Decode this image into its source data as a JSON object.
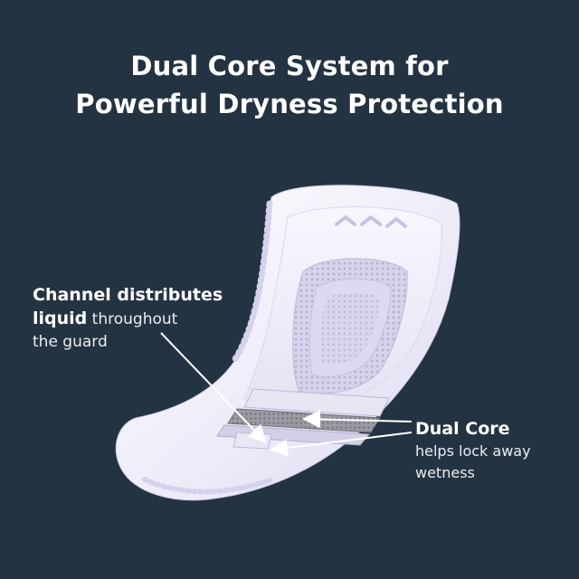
{
  "title": {
    "line1": "Dual Core System for",
    "line2": "Powerful Dryness Protection"
  },
  "callout_channel": {
    "bold_line1": "Channel distributes",
    "bold_line2": "liquid",
    "rest_line2": " throughout",
    "line3": "the guard"
  },
  "callout_core": {
    "bold": "Dual Core",
    "line2": "helps lock away",
    "line3": "wetness"
  },
  "colors": {
    "background": "#243341",
    "pad": "#f3f2fb",
    "pad_shadow": "#d9d7ee",
    "channel": "#c9c7e3",
    "core": "#8a8a92",
    "arrow": "#ffffff"
  },
  "icons": [
    "chevron-up-icon",
    "arrow-icon"
  ]
}
